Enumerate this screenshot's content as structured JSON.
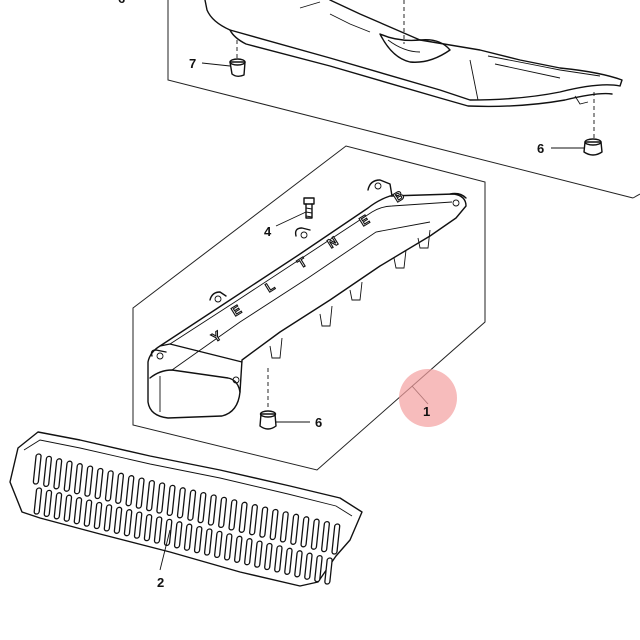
{
  "diagram": {
    "callouts": {
      "top_partial": "6",
      "c7": "7",
      "c6_upper": "6",
      "c4": "4",
      "c6_lower": "6",
      "c1": "1",
      "c2": "2"
    },
    "cover_lettering": [
      "B",
      "E",
      "N",
      "T",
      "L",
      "E",
      "Y"
    ],
    "highlight_color": "#f4a0a0",
    "line_color": "#111111",
    "part_fill": "#ffffff"
  }
}
